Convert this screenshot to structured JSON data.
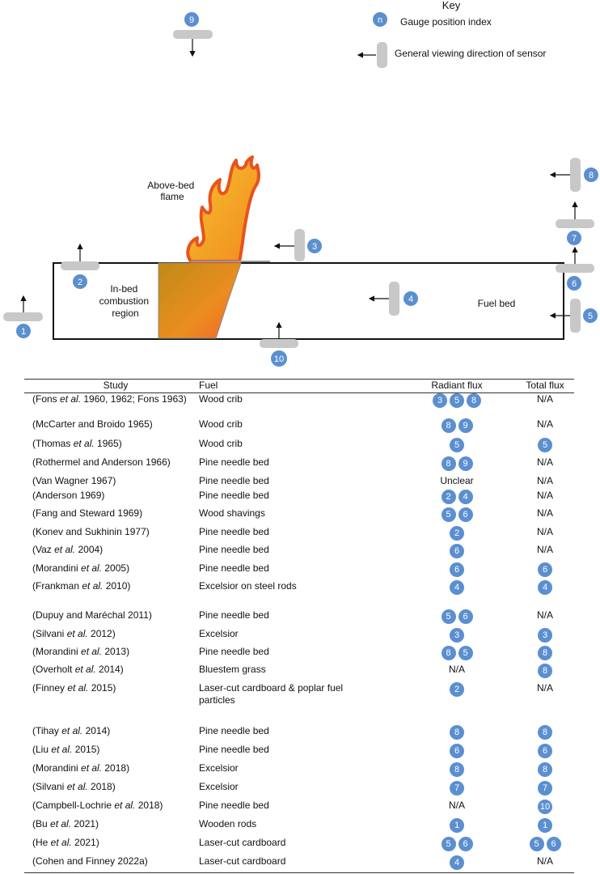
{
  "key": {
    "title": "Key",
    "badge_symbol": "n",
    "badge_label": "Gauge position index",
    "sensor_label": "General viewing direction of sensor"
  },
  "diagram_labels": {
    "flame": [
      "Above-bed",
      "flame"
    ],
    "combustion": [
      "In-bed",
      "combustion",
      "region"
    ],
    "fuel_bed": "Fuel bed"
  },
  "gauges": [
    "1",
    "2",
    "3",
    "4",
    "5",
    "6",
    "7",
    "8",
    "9",
    "10"
  ],
  "colors": {
    "badge": "#5b8fd0",
    "sensor": "#c8c8c8",
    "flame_outer": "#e8531c",
    "flame_inner": "#f5a623",
    "combustion": "#c98f1c"
  },
  "table": {
    "headers": [
      "Study",
      "Fuel",
      "Radiant flux",
      "Total flux"
    ],
    "rows": [
      {
        "study": [
          "(Fons ",
          "et al.",
          " 1960, 1962; Fons 1963)"
        ],
        "fuel": "Wood crib",
        "radiant": [
          "3",
          "5",
          "8"
        ],
        "total": "N/A"
      },
      {
        "study": [
          "(McCarter and Broido 1965)",
          "",
          ""
        ],
        "fuel": "Wood crib",
        "radiant": [
          "8",
          "9"
        ],
        "total": "N/A"
      },
      {
        "study": [
          "(Thomas ",
          "et al.",
          " 1965)"
        ],
        "fuel": "Wood crib",
        "radiant": [
          "5"
        ],
        "total": [
          "5"
        ]
      },
      {
        "study": [
          "(Rothermel and Anderson 1966)",
          "",
          ""
        ],
        "fuel": "Pine needle bed",
        "radiant": [
          "8",
          "9"
        ],
        "total": "N/A"
      },
      {
        "study": [
          "(Van Wagner 1967)",
          "",
          ""
        ],
        "fuel": "Pine needle bed",
        "radiant": "Unclear",
        "total": "N/A"
      },
      {
        "study": [
          "(Anderson 1969)",
          "",
          ""
        ],
        "fuel": "Pine needle bed",
        "radiant": [
          "2",
          "4"
        ],
        "total": "N/A"
      },
      {
        "study": [
          "(Fang and Steward 1969)",
          "",
          ""
        ],
        "fuel": "Wood shavings",
        "radiant": [
          "5",
          "6"
        ],
        "total": "N/A"
      },
      {
        "study": [
          "(Konev and Sukhinin 1977)",
          "",
          ""
        ],
        "fuel": "Pine needle bed",
        "radiant": [
          "2"
        ],
        "total": "N/A"
      },
      {
        "study": [
          "(Vaz ",
          "et al.",
          " 2004)"
        ],
        "fuel": "Pine needle bed",
        "radiant": [
          "6"
        ],
        "total": "N/A"
      },
      {
        "study": [
          "(Morandini ",
          "et al.",
          " 2005)"
        ],
        "fuel": "Pine needle bed",
        "radiant": [
          "6"
        ],
        "total": [
          "6"
        ]
      },
      {
        "study": [
          "(Frankman ",
          "et al.",
          " 2010)"
        ],
        "fuel": "Excelsior on steel rods",
        "radiant": [
          "4"
        ],
        "total": [
          "4"
        ]
      },
      {
        "study": [
          "(Dupuy and Maréchal 2011)",
          "",
          ""
        ],
        "fuel": "Pine needle bed",
        "radiant": [
          "5",
          "6"
        ],
        "total": "N/A"
      },
      {
        "study": [
          "(Silvani ",
          "et al.",
          " 2012)"
        ],
        "fuel": "Excelsior",
        "radiant": [
          "3"
        ],
        "total": [
          "3"
        ]
      },
      {
        "study": [
          "(Morandini ",
          "et al.",
          " 2013)"
        ],
        "fuel": "Pine needle bed",
        "radiant": [
          "8",
          "5"
        ],
        "total": [
          "8"
        ]
      },
      {
        "study": [
          "(Overholt ",
          "et al.",
          " 2014)"
        ],
        "fuel": "Bluestem grass",
        "radiant": "N/A",
        "total": [
          "8"
        ]
      },
      {
        "study": [
          "(Finney ",
          "et al.",
          " 2015)"
        ],
        "fuel": "Laser-cut cardboard & poplar fuel particles",
        "radiant": [
          "2"
        ],
        "total": "N/A"
      },
      {
        "study": [
          "(Tihay ",
          "et al.",
          " 2014)"
        ],
        "fuel": "Pine needle bed",
        "radiant": [
          "8"
        ],
        "total": [
          "8"
        ]
      },
      {
        "study": [
          "(Liu ",
          "et al.",
          " 2015)"
        ],
        "fuel": "Pine needle bed",
        "radiant": [
          "6"
        ],
        "total": [
          "6"
        ]
      },
      {
        "study": [
          "(Morandini ",
          "et al.",
          " 2018)"
        ],
        "fuel": "Excelsior",
        "radiant": [
          "8"
        ],
        "total": [
          "8"
        ]
      },
      {
        "study": [
          "(Silvani ",
          "et al.",
          " 2018)"
        ],
        "fuel": "Excelsior",
        "radiant": [
          "7"
        ],
        "total": [
          "7"
        ]
      },
      {
        "study": [
          "(Campbell-Lochrie ",
          "et al.",
          " 2018)"
        ],
        "fuel": "Pine needle bed",
        "radiant": "N/A",
        "total": [
          "10"
        ]
      },
      {
        "study": [
          "(Bu ",
          "et al.",
          " 2021)"
        ],
        "fuel": "Wooden rods",
        "radiant": [
          "1"
        ],
        "total": [
          "1"
        ]
      },
      {
        "study": [
          "(He ",
          "et al.",
          " 2021)"
        ],
        "fuel": "Laser-cut cardboard",
        "radiant": [
          "5",
          "6"
        ],
        "total": [
          "5",
          "6"
        ]
      },
      {
        "study": [
          "(Cohen and Finney 2022a)",
          "",
          ""
        ],
        "fuel": "Laser-cut cardboard",
        "radiant": [
          "4"
        ],
        "total": "N/A"
      }
    ]
  }
}
